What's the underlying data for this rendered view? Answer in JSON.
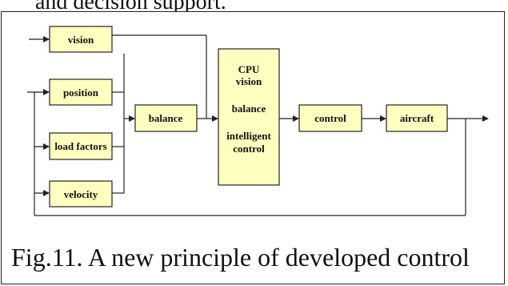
{
  "header_text": "and decision support.",
  "caption": "Fig.11. A new principle of developed control",
  "blocks": {
    "vision": "vision",
    "position": "position",
    "load_factors": "load factors",
    "velocity": "velocity",
    "balance": "balance",
    "cpu": [
      "CPU",
      "vision",
      "balance",
      "intelligent",
      "control"
    ],
    "control": "control",
    "aircraft": "aircraft"
  },
  "colors": {
    "box_fill": "#ffffc0",
    "stroke": "#222222"
  }
}
